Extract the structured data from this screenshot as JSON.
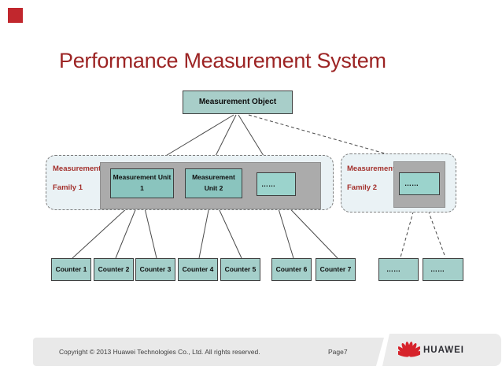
{
  "accent": {
    "square_color": "#C1272D"
  },
  "title": {
    "text": "Performance Measurement System",
    "color": "#9C2424"
  },
  "diagram": {
    "root_label": "Measurement Object",
    "family1": {
      "label_line1": "Measurement",
      "label_line2": "Family 1"
    },
    "family2": {
      "label_line1": "Measurement",
      "label_line2": "Family 2"
    },
    "unit1": {
      "line1": "Measurement Unit",
      "line2": "1"
    },
    "unit2": {
      "line1": "Measurement",
      "line2": "Unit 2"
    },
    "unit_more": "……",
    "family2_unit": "……",
    "counters": [
      "Counter 1",
      "Counter 2",
      "Counter 3",
      "Counter 4",
      "Counter 5",
      "Counter 6",
      "Counter 7"
    ],
    "counter_more1": "……",
    "counter_more2": "……"
  },
  "footer": {
    "copyright": "Copyright © 2013 Huawei Technologies Co., Ltd. All rights reserved.",
    "page": "Page7",
    "brand": "HUAWEI"
  },
  "colors": {
    "teal_root": "#A8CEC9",
    "teal_unit": "#8AC4BE",
    "teal_dots": "#9BD3CC",
    "teal_counter": "#A4CFCA",
    "gray_container": "#ABABAB",
    "family_fill": "#EAF2F5",
    "family_label_red": "#A3302C",
    "title_red": "#9C2424",
    "connector_line": "#4A4A4A",
    "footer_bar_gray": "#E9E9E9",
    "huawei_red": "#D6232B"
  }
}
